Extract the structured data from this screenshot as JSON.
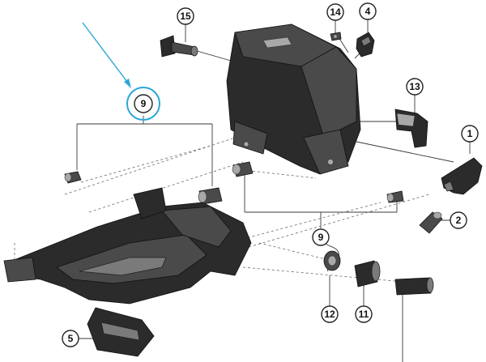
{
  "diagram": {
    "callouts": [
      {
        "id": "c1",
        "label": "1"
      },
      {
        "id": "c2",
        "label": "2"
      },
      {
        "id": "c4",
        "label": "4"
      },
      {
        "id": "c5",
        "label": "5"
      },
      {
        "id": "c9a",
        "label": "9"
      },
      {
        "id": "c9b",
        "label": "9"
      },
      {
        "id": "c11",
        "label": "11"
      },
      {
        "id": "c12",
        "label": "12"
      },
      {
        "id": "c13",
        "label": "13"
      },
      {
        "id": "c14",
        "label": "14"
      },
      {
        "id": "c15",
        "label": "15"
      }
    ],
    "highlight_color": "#2aa7d8",
    "part_color": "#2b2b2b"
  }
}
